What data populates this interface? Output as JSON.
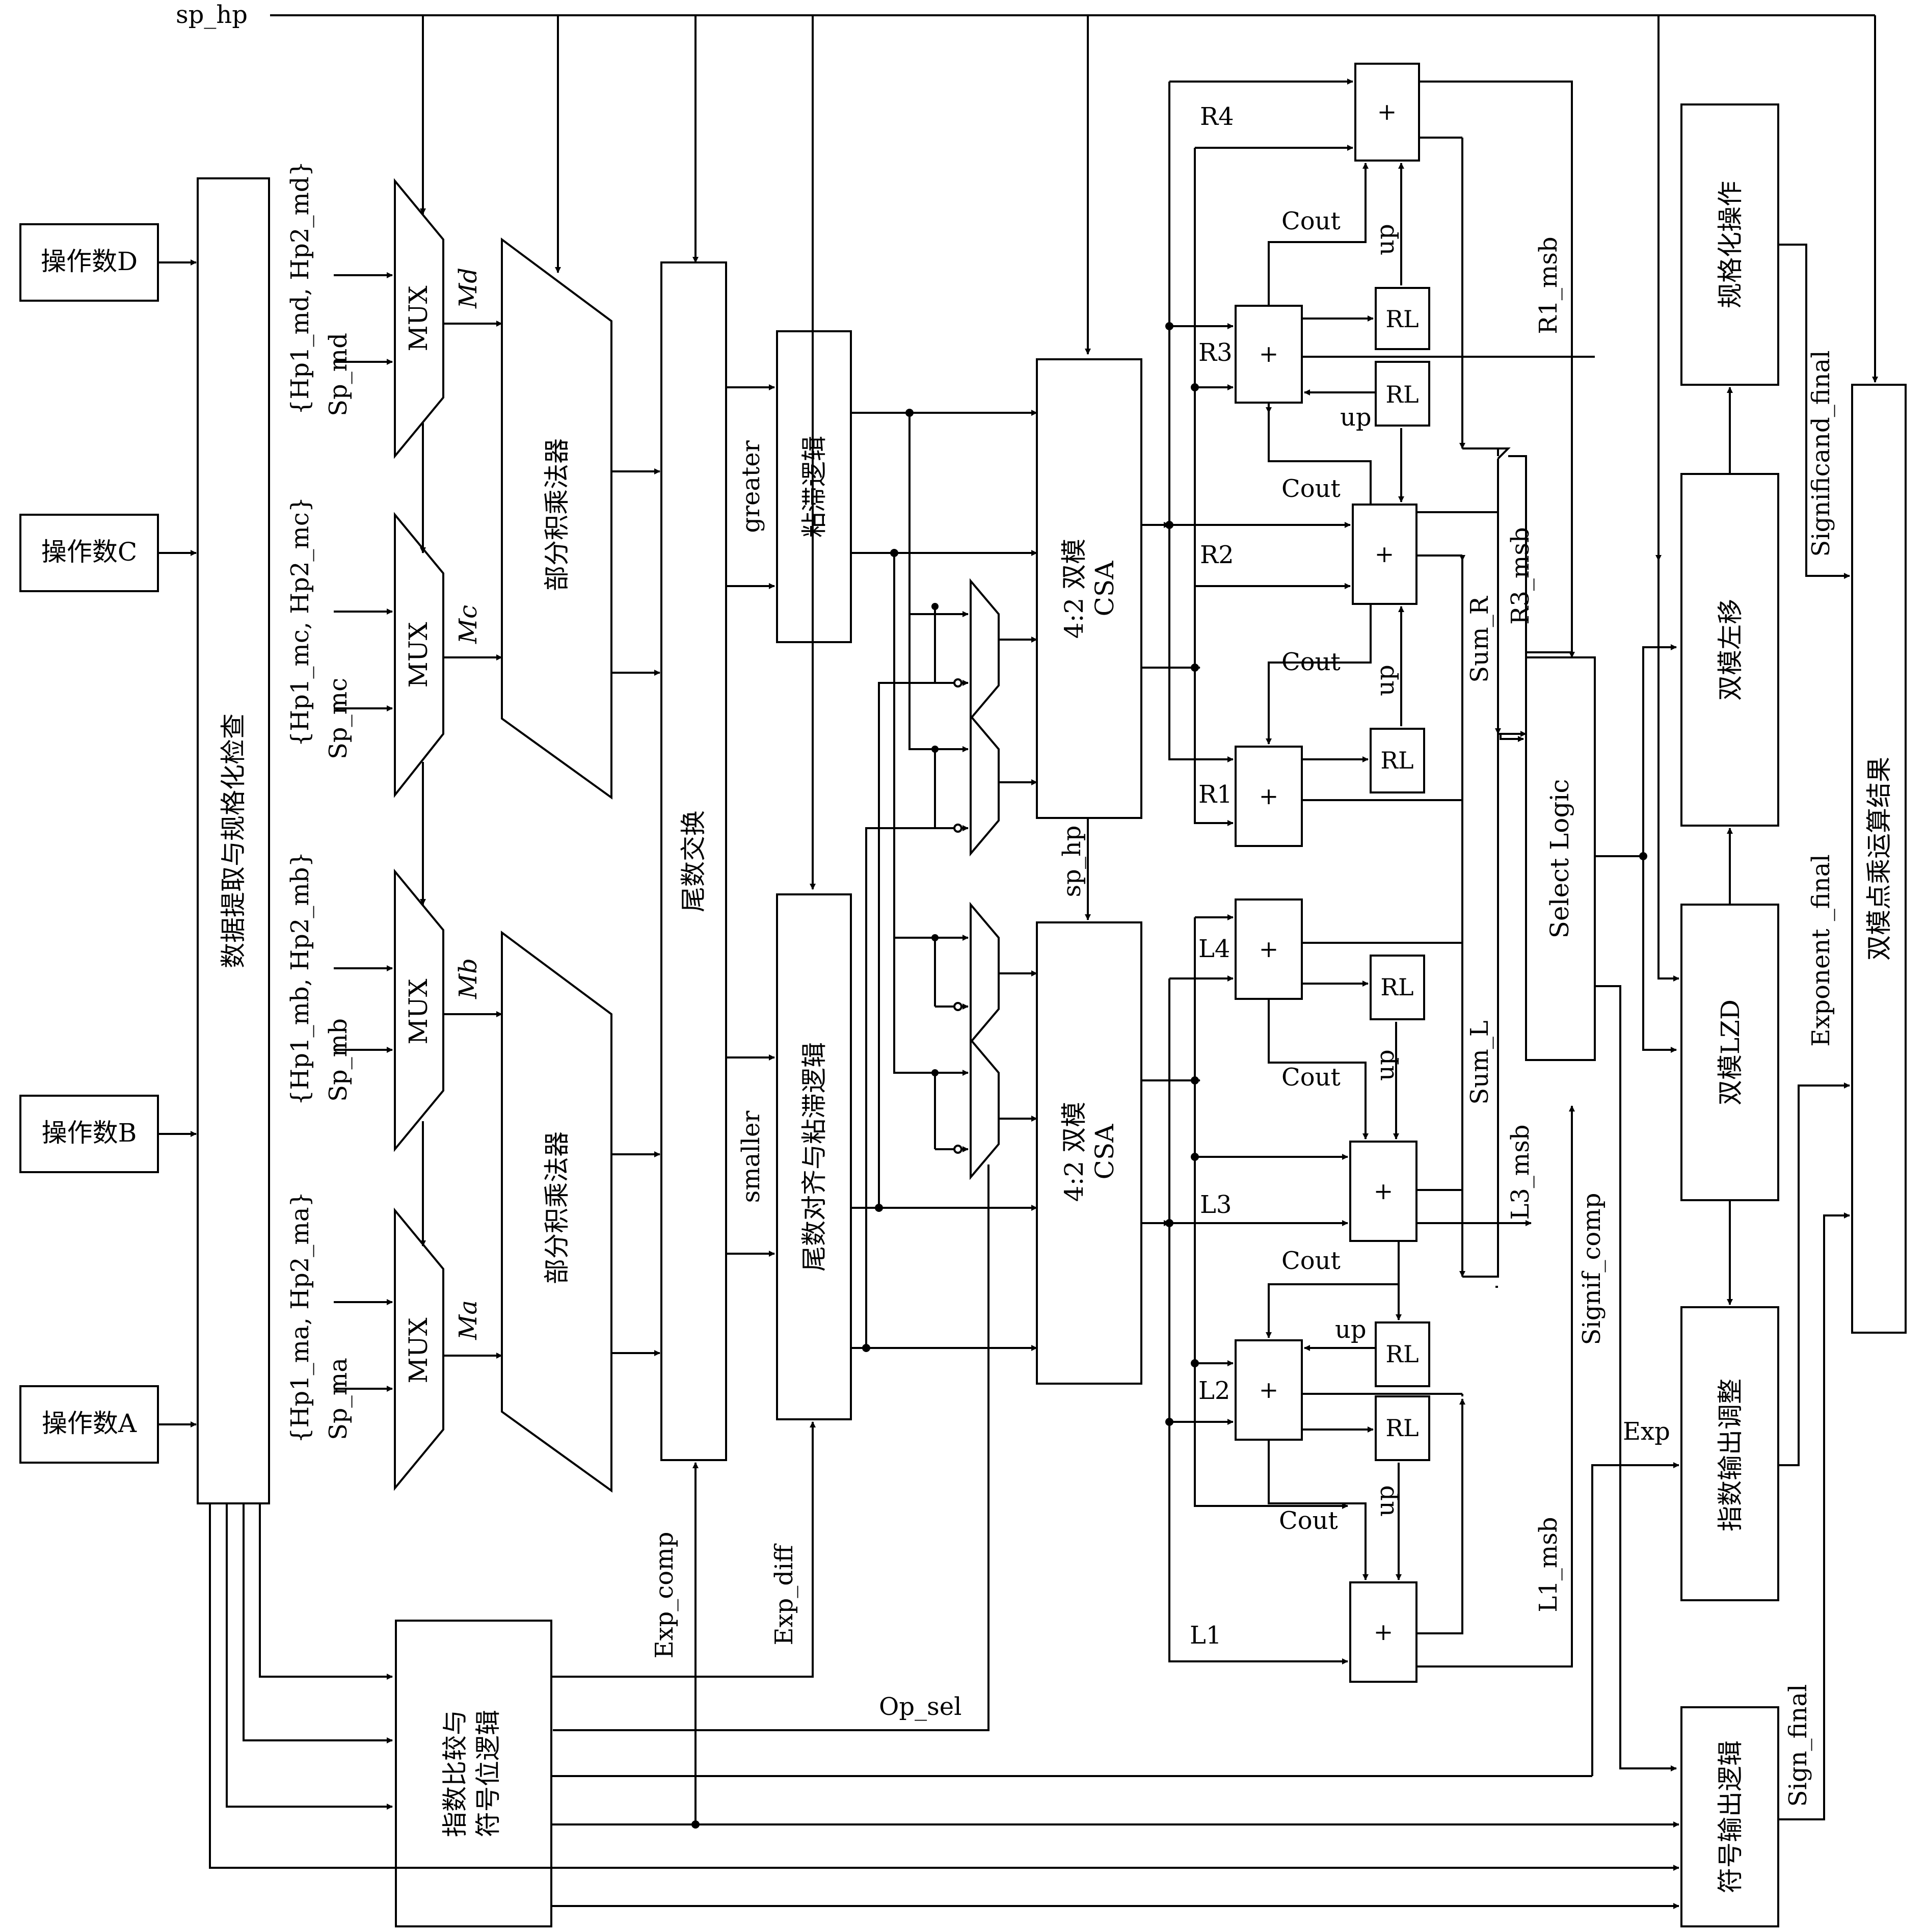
{
  "inputs": {
    "op_d": "操作数D",
    "op_c": "操作数C",
    "op_b": "操作数B",
    "op_a": "操作数A",
    "sp_hp": "sp_hp"
  },
  "blocks": {
    "extract": "数据提取与规格化检查",
    "mux": "MUX",
    "ppm": "部分积乘法器",
    "swap": "尾数交换",
    "sticky": "粘滞逻辑",
    "align": "尾数对齐与粘滞逻辑",
    "csa_line1": "4:2 双模",
    "csa_line2": "CSA",
    "select_logic": "Select Logic",
    "lzd": "双模LZD",
    "lshift": "双模左移",
    "normalize": "规格化操作",
    "exp_adj": "指数输出调整",
    "sign_out": "符号输出逻辑",
    "expcmp_line1": "指数比较与",
    "expcmp_line2": "符号位逻辑",
    "result": "双模点乘运算结果",
    "plus": "+",
    "rl": "RL"
  },
  "mux_inputs": {
    "d": [
      "{Hp1_md, Hp2_md}",
      "Sp_md"
    ],
    "c": [
      "{Hp1_mc, Hp2_mc}",
      "Sp_mc"
    ],
    "b": [
      "{Hp1_mb, Hp2_mb}",
      "Sp_mb"
    ],
    "a": [
      "{Hp1_ma, Hp2_ma}",
      "Sp_ma"
    ]
  },
  "mux_outputs": {
    "d": "Md",
    "c": "Mc",
    "b": "Mb",
    "a": "Ma"
  },
  "signals": {
    "greater": "greater",
    "smaller": "smaller",
    "exp_comp": "Exp_comp",
    "exp_diff": "Exp_diff",
    "op_sel": "Op_sel",
    "sp_hp_mid": "sp_hp",
    "r4": "R4",
    "r3": "R3",
    "r2": "R2",
    "r1": "R1",
    "l4": "L4",
    "l3": "L3",
    "l2": "L2",
    "l1": "L1",
    "cout": "Cout",
    "up": "up",
    "r1_msb": "R1_msb",
    "r3_msb": "R3_msb",
    "sum_r": "Sum_R",
    "sum_l": "Sum_L",
    "l3_msb": "L3_msb",
    "l1_msb": "L1_msb",
    "signif_comp": "Signif_comp",
    "exp": "Exp",
    "significand_final": "Significand_final",
    "exponent_final": "Exponent _final",
    "sign_final": "Sign_final"
  }
}
